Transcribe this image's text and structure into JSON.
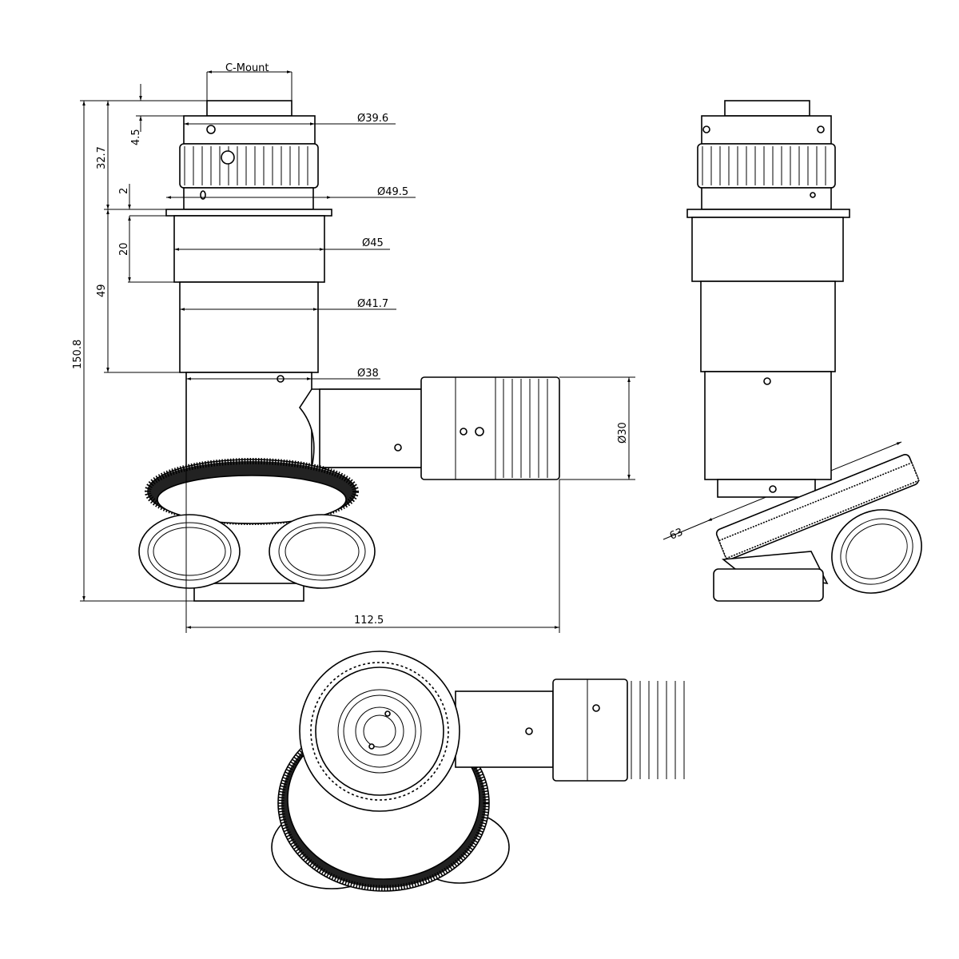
{
  "title": "C-Mount adapter dimensional drawing",
  "dimensions": {
    "c_mount": "C-Mount",
    "d39_6": "Ø39.6",
    "d49_5": "Ø49.5",
    "d45": "Ø45",
    "d41_7": "Ø41.7",
    "d38": "Ø38",
    "d30": "Ø30",
    "h4_5": "4.5",
    "h32_7": "32.7",
    "h2": "2",
    "h20": "20",
    "h49": "49",
    "h150_8": "150.8",
    "w112_5": "112.5",
    "d63": "63"
  },
  "colors": {
    "line": "#000000",
    "background": "#ffffff"
  }
}
